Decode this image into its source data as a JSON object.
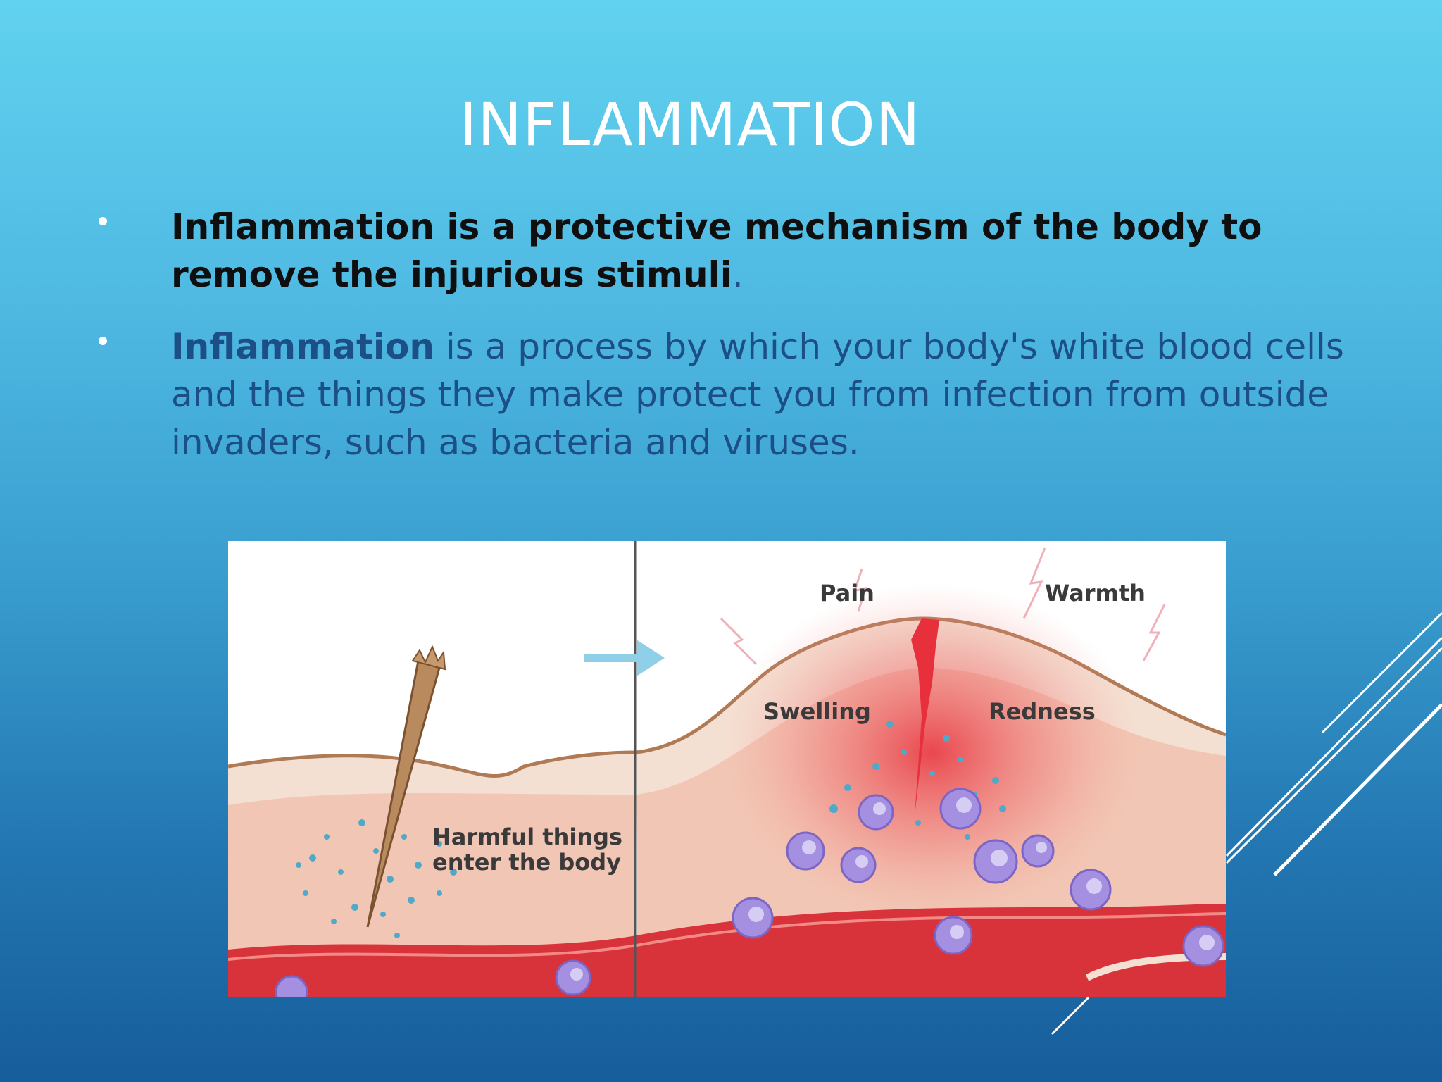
{
  "slide": {
    "title": "INFLAMMATION",
    "bullets": [
      {
        "bold_text": "Inflammation is a protective mechanism of the body to remove the injurious stimuli",
        "tail": "."
      },
      {
        "lead": "Inflammation",
        "text": " is a process by which your body's white blood cells and the things they make protect you from infection from outside invaders, such as bacteria and viruses."
      }
    ],
    "figure": {
      "labels": {
        "harmful_line1": "Harmful things",
        "harmful_line2": "enter the body",
        "pain": "Pain",
        "warmth": "Warmth",
        "swelling": "Swelling",
        "redness": "Redness"
      }
    }
  },
  "colors": {
    "title": "#ffffff",
    "bullet_bold": "#0f0f10",
    "bullet_body": "#1c4f86",
    "arrow": "#8fd0e8",
    "vessel": "#d8333a",
    "skin": "#f2c6b4"
  }
}
